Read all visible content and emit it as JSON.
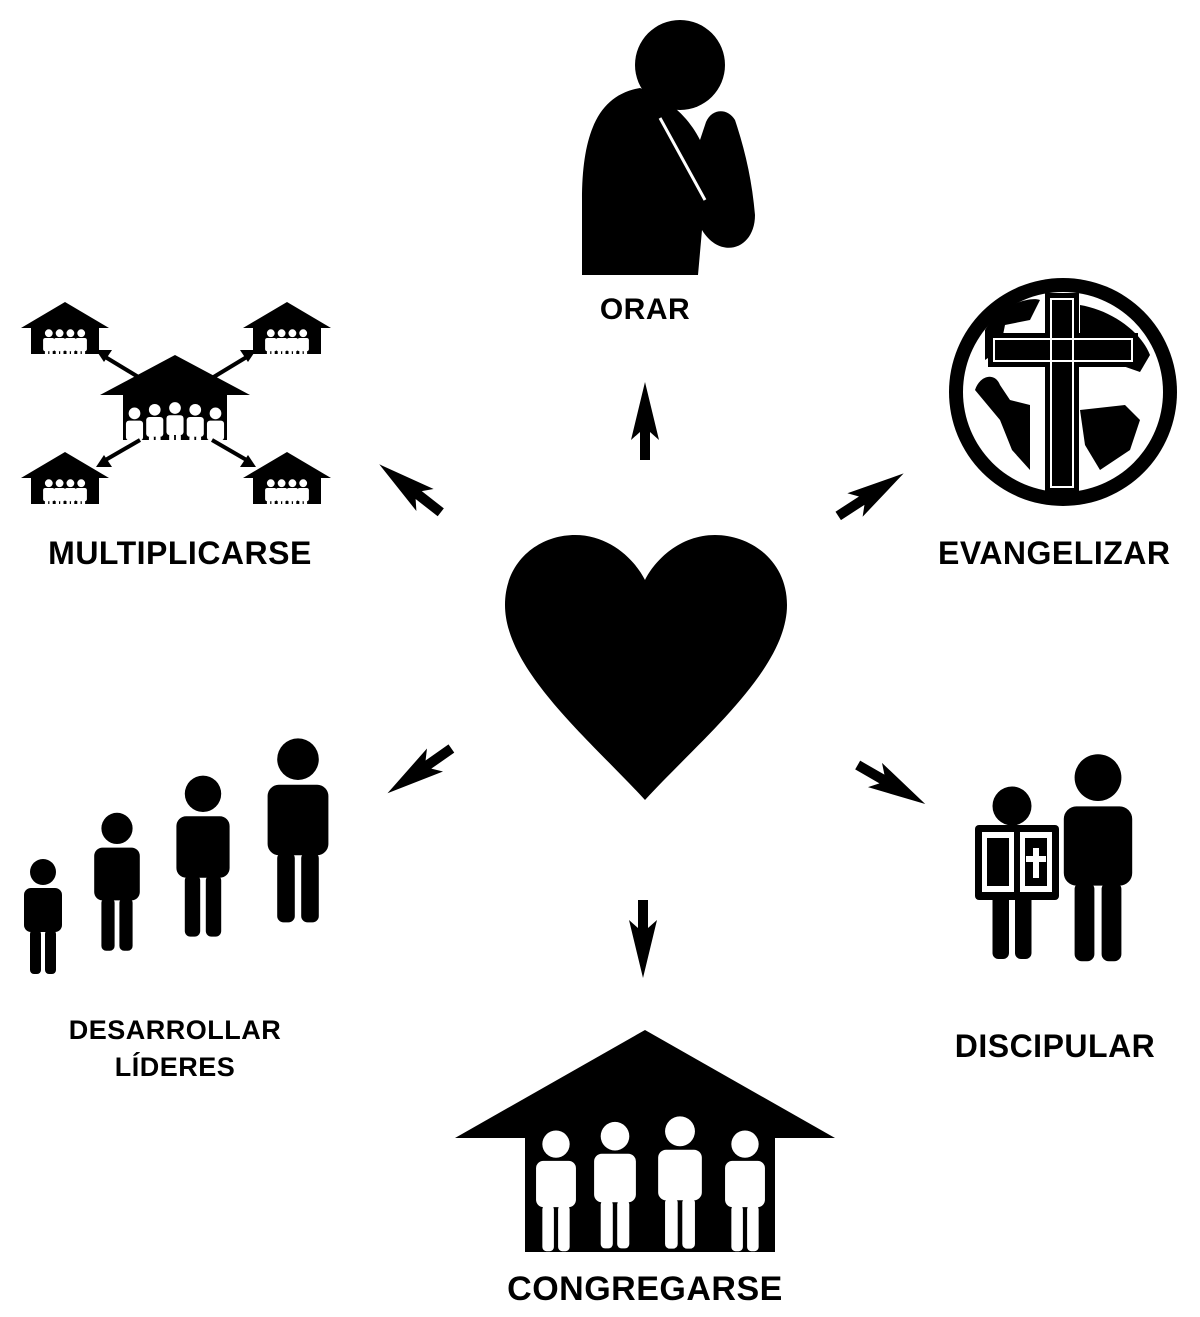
{
  "colors": {
    "foreground": "#000000",
    "background": "#ffffff"
  },
  "center": {
    "icon": "heart-icon"
  },
  "nodes": [
    {
      "id": "orar",
      "label": "ORAR",
      "icon": "praying-person-icon"
    },
    {
      "id": "evangelizar",
      "label": "EVANGELIZAR",
      "icon": "globe-cross-icon"
    },
    {
      "id": "discipular",
      "label": "DISCIPULAR",
      "icon": "mentor-with-bible-icon"
    },
    {
      "id": "congregarse",
      "label": "CONGREGARSE",
      "icon": "house-with-people-icon"
    },
    {
      "id": "desarrollar",
      "label_line1": "DESARROLLAR",
      "label_line2": "LÍDERES",
      "icon": "growing-people-icon"
    },
    {
      "id": "multiplicarse",
      "label": "MULTIPLICARSE",
      "icon": "multiplying-houses-icon"
    }
  ]
}
